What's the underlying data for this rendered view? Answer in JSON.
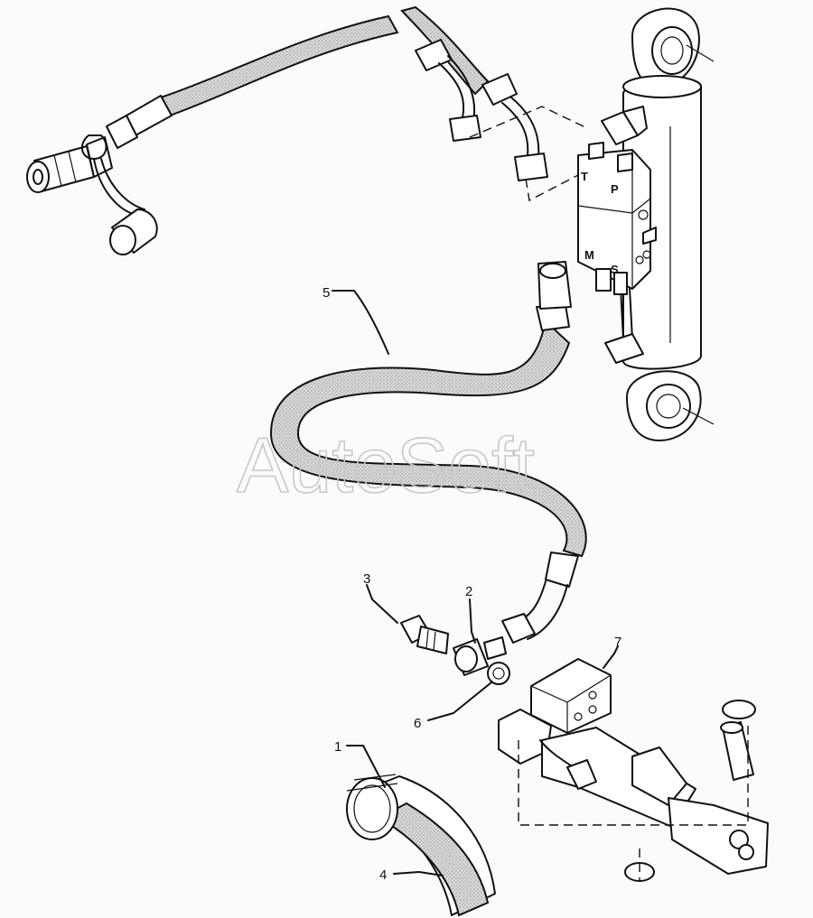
{
  "watermark": "AutoSoft",
  "callouts": [
    {
      "id": "c1",
      "text": "1"
    },
    {
      "id": "c2",
      "text": "2"
    },
    {
      "id": "c3",
      "text": "3"
    },
    {
      "id": "c4",
      "text": "4"
    },
    {
      "id": "c5",
      "text": "5"
    },
    {
      "id": "c6",
      "text": "6"
    },
    {
      "id": "c7",
      "text": "7"
    }
  ],
  "valve_ports": {
    "t": "T",
    "p": "P",
    "m": "M",
    "s": "S"
  }
}
